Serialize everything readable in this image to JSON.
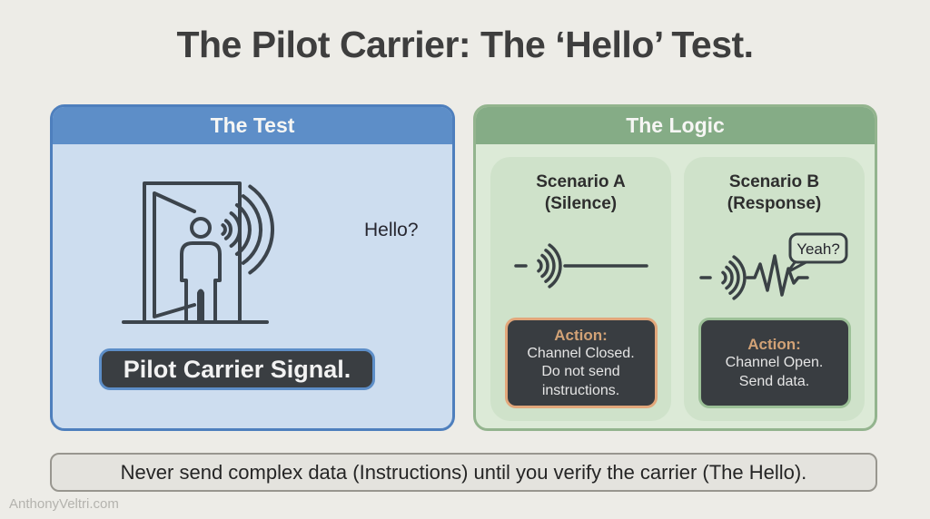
{
  "page": {
    "title": "The Pilot Carrier: The ‘Hello’ Test.",
    "watermark": "AnthonyVeltri.com"
  },
  "test_panel": {
    "header": "The Test",
    "hello_text": "Hello?",
    "signal_label": "Pilot Carrier Signal."
  },
  "logic_panel": {
    "header": "The Logic",
    "scenario_a": {
      "title": "Scenario A",
      "subtitle": "(Silence)",
      "action_label": "Action:",
      "action_lines": [
        "Channel Closed.",
        "Do not send",
        "instructions."
      ]
    },
    "scenario_b": {
      "title": "Scenario B",
      "subtitle": "(Response)",
      "bubble_text": "Yeah?",
      "action_label": "Action:",
      "action_lines": [
        "Channel Open.",
        "Send data."
      ]
    }
  },
  "footer": {
    "text": "Never send complex data (Instructions) until you verify the carrier (The Hello)."
  },
  "colors": {
    "background": "#edece7",
    "blue_header": "#5d8ec8",
    "blue_body": "#cdddef",
    "green_header": "#85ac86",
    "green_body": "#dcead7",
    "card_green": "#cfe2ca",
    "dark_box": "#393d41",
    "orange_border": "#e2a77b",
    "green_border": "#9cc097",
    "action_label_text": "#d2a276",
    "line_art": "#3c444c"
  }
}
